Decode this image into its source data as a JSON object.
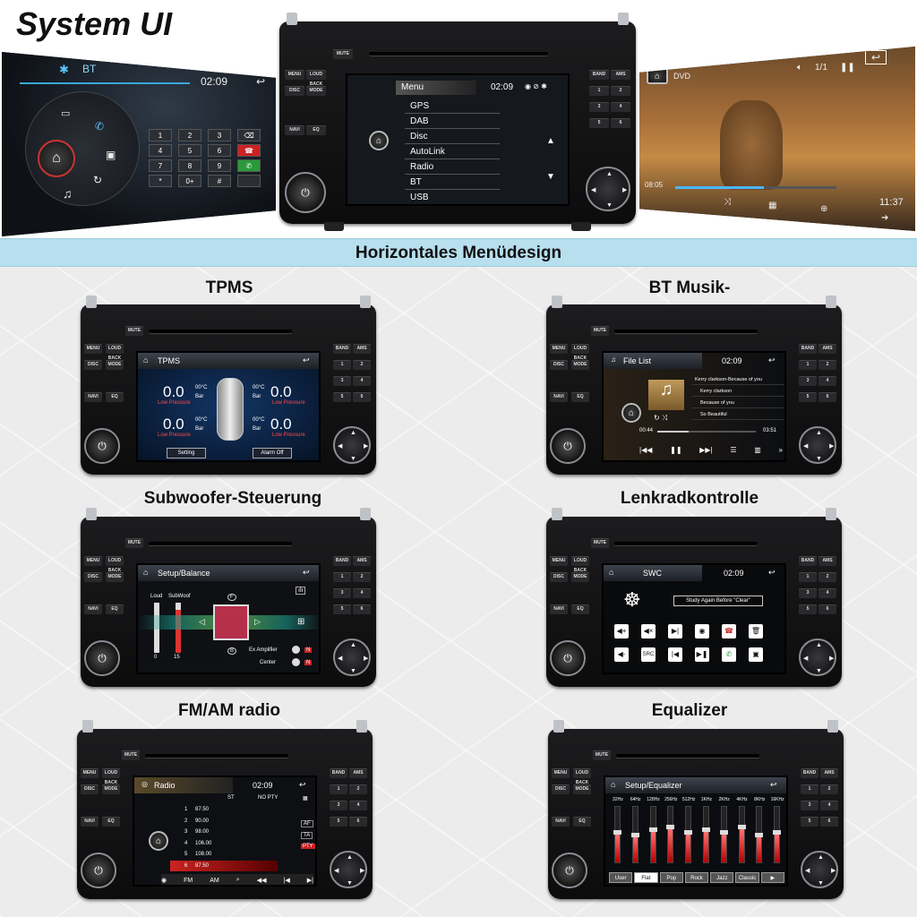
{
  "header": {
    "title": "System UI",
    "subtitle": "Horizontales Menüdesign"
  },
  "sections": {
    "tpms": "TPMS",
    "btmusic": "BT Musik-",
    "subwoofer": "Subwoofer-Steuerung",
    "swc": "Lenkradkontrolle",
    "radio": "FM/AM radio",
    "eq": "Equalizer"
  },
  "buttons": {
    "mute": "MUTE",
    "menu": "MENU",
    "loud": "LOUD BACK",
    "disc": "DISC",
    "mode": "MODE",
    "navi": "NAVI",
    "eq": "EQ",
    "band": "BAND",
    "ams": "AMS",
    "k1": "1",
    "k2": "2",
    "k3": "3",
    "k4": "4",
    "k5": "5",
    "k6": "6"
  },
  "bt_panel": {
    "label": "BT",
    "time": "02:09",
    "keys": [
      "1",
      "2",
      "3",
      "⌫",
      "4",
      "5",
      "6",
      "☎",
      "7",
      "8",
      "9",
      "✆",
      "*",
      "0+",
      "#",
      ""
    ]
  },
  "menu_screen": {
    "title": "Menu",
    "time": "02:09",
    "items": [
      "GPS",
      "DAB",
      "Disc",
      "AutoLink",
      "Radio",
      "BT",
      "USB"
    ]
  },
  "dvd_panel": {
    "label": "DVD",
    "track": "1/1",
    "elapsed": "08:05",
    "clock": "11:37",
    "progress": 0.55
  },
  "tpms": {
    "title": "TPMS",
    "tl": "0.0",
    "tr": "0.0",
    "bl": "0.0",
    "br": "0.0",
    "temp": "00°C",
    "unit": "Bar",
    "warn": "Low Pressure",
    "setting": "Setting",
    "alarm": "Alarm Off"
  },
  "btmusic": {
    "title": "File List",
    "time": "02:09",
    "tracks": [
      "Kerry clarkson-Because of you",
      "Kerry clarkson",
      "Because of you",
      "So Beautiful"
    ],
    "elapsed": "00:44",
    "total": "03:51",
    "progress": 0.32
  },
  "balance": {
    "title": "Setup/Balance",
    "loud": "Loud",
    "subwoof": "SubWoof",
    "min": "0",
    "max": "15",
    "amp": "Ex Amplifier",
    "center": "Center",
    "n": "N",
    "f": "F",
    "b": "B"
  },
  "swc": {
    "title": "SWC",
    "time": "02:09",
    "hint": "Study Again Before \"Clear\"",
    "src": "SRC"
  },
  "radio": {
    "title": "Radio",
    "time": "02:09",
    "st": "ST",
    "nopty": "NO PTY",
    "stations": [
      {
        "n": "1",
        "f": "87.50"
      },
      {
        "n": "2",
        "f": "90.00"
      },
      {
        "n": "3",
        "f": "98.00"
      },
      {
        "n": "4",
        "f": "106.00"
      },
      {
        "n": "5",
        "f": "108.00"
      },
      {
        "n": "6",
        "f": "87.50"
      }
    ],
    "af": "AF",
    "ta": "TA",
    "pty": "PTY",
    "fm": "FM",
    "am": "AM"
  },
  "equalizer": {
    "title": "Setup/Equalizer",
    "bands": [
      "32Hz",
      "64Hz",
      "128Hz",
      "256Hz",
      "512Hz",
      "1KHz",
      "2KHz",
      "4KHz",
      "8KHz",
      "16KHz"
    ],
    "levels": [
      0.5,
      0.45,
      0.55,
      0.6,
      0.5,
      0.55,
      0.5,
      0.6,
      0.45,
      0.5
    ],
    "presets": [
      "User",
      "Flat",
      "Pop",
      "Rock",
      "Jazz",
      "Classic",
      "▶"
    ]
  }
}
